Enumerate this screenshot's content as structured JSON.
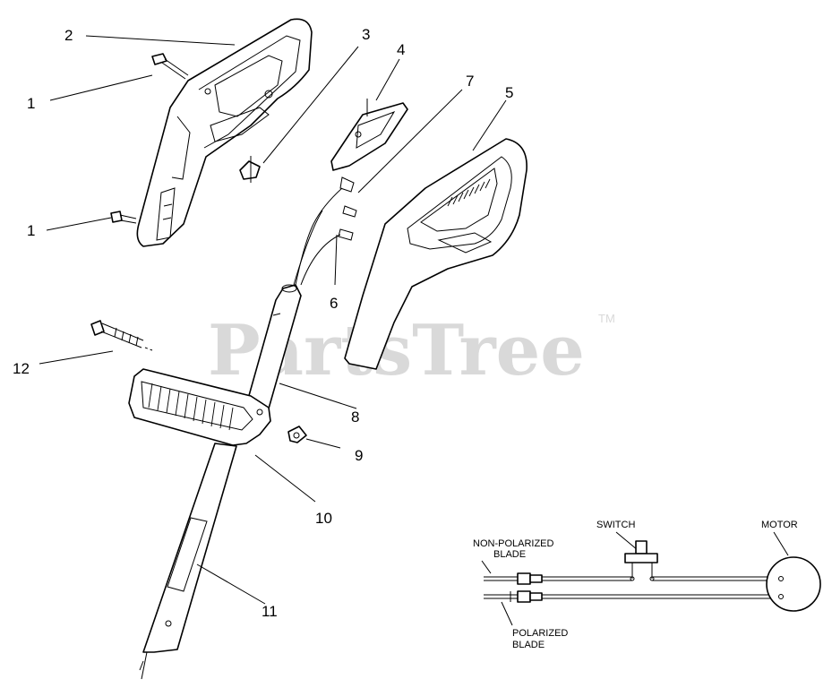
{
  "watermark": {
    "text": "PartsTree",
    "trademark": "TM"
  },
  "callouts": [
    "1",
    "2",
    "3",
    "4",
    "7",
    "5",
    "1",
    "6",
    "12",
    "8",
    "9",
    "10",
    "11"
  ],
  "wiring": {
    "switch_label": "SWITCH",
    "motor_label": "MOTOR",
    "non_polarized_line1": "NON-POLARIZED",
    "non_polarized_line2": "BLADE",
    "polarized_line1": "POLARIZED",
    "polarized_line2": "BLADE"
  }
}
